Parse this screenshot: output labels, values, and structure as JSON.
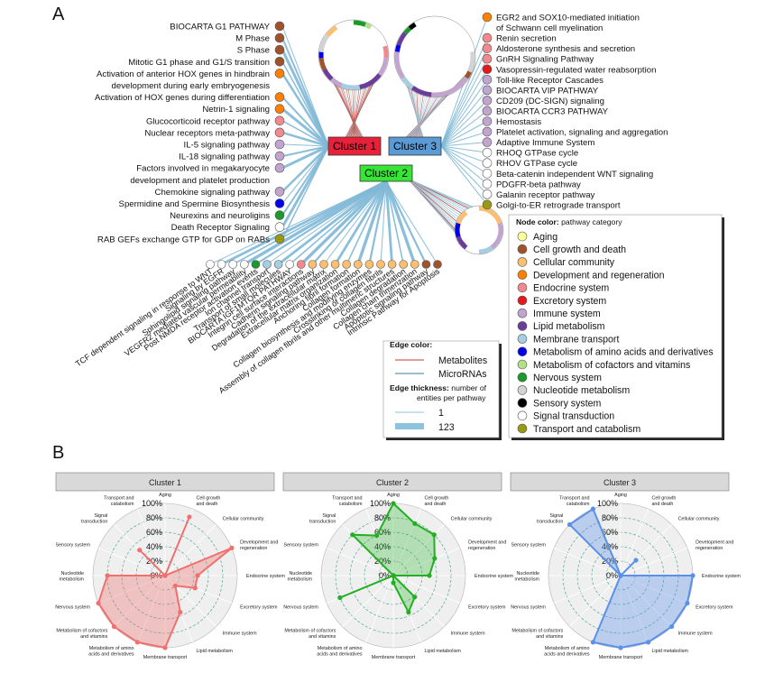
{
  "panel_a": {
    "letter": "A",
    "clusters": [
      {
        "id": "c1",
        "label": "Cluster 1",
        "bg": "#e8213b",
        "fg": "#222222"
      },
      {
        "id": "c2",
        "label": "Cluster 2",
        "bg": "#35e635",
        "fg": "#222222"
      },
      {
        "id": "c3",
        "label": "Cluster 3",
        "bg": "#5b9bd5",
        "fg": "#222222"
      }
    ],
    "left_pathways": [
      {
        "label": "BIOCARTA G1 PATHWAY",
        "cat": 1
      },
      {
        "label": "M Phase",
        "cat": 1
      },
      {
        "label": "S Phase",
        "cat": 1
      },
      {
        "label": "Mitotic G1 phase and G1/S transition",
        "cat": 1
      },
      {
        "label": "Activation of anterior HOX genes in hindbrain",
        "cat": 3
      },
      {
        "label": "development during early embryogenesis",
        "cat": -1
      },
      {
        "label": "Activation of HOX genes during differentiation",
        "cat": 3
      },
      {
        "label": "Netrin-1 signaling",
        "cat": 3
      },
      {
        "label": "Glucocorticoid receptor pathway",
        "cat": 4
      },
      {
        "label": "Nuclear receptors meta-pathway",
        "cat": 4
      },
      {
        "label": "IL-5 signaling pathway",
        "cat": 6
      },
      {
        "label": "IL-18 signaling pathway",
        "cat": 6
      },
      {
        "label": "Factors involved in megakaryocyte",
        "cat": 6
      },
      {
        "label": "development and platelet production",
        "cat": -1
      },
      {
        "label": "Chemokine signaling pathway",
        "cat": 6
      },
      {
        "label": "Spermidine and Spermine Biosynthesis",
        "cat": 9
      },
      {
        "label": "Neurexins and neuroligins",
        "cat": 11
      },
      {
        "label": "Death Receptor Signaling",
        "cat": 14
      },
      {
        "label": "RAB GEFs exchange GTP for GDP on RABs",
        "cat": 15
      }
    ],
    "right_pathways": [
      {
        "label": "EGR2 and SOX10-mediated initiation",
        "cat": 3
      },
      {
        "label": "of Schwann cell myelination",
        "cat": -1
      },
      {
        "label": "Renin secretion",
        "cat": 4
      },
      {
        "label": "Aldosterone synthesis and secretion",
        "cat": 4
      },
      {
        "label": "GnRH Signaling Pathway",
        "cat": 4
      },
      {
        "label": "Vasopressin-regulated water reabsorption",
        "cat": 5
      },
      {
        "label": "Toll-like Receptor Cascades",
        "cat": 6
      },
      {
        "label": "BIOCARTA VIP PATHWAY",
        "cat": 6
      },
      {
        "label": "CD209 (DC-SIGN) signaling",
        "cat": 6
      },
      {
        "label": "BIOCARTA CCR3 PATHWAY",
        "cat": 6
      },
      {
        "label": "Hemostasis",
        "cat": 6
      },
      {
        "label": "Platelet activation, signaling and aggregation",
        "cat": 6
      },
      {
        "label": "Adaptive Immune System",
        "cat": 6
      },
      {
        "label": "RHOQ GTPase cycle",
        "cat": 14
      },
      {
        "label": "RHOV GTPase cycle",
        "cat": 14
      },
      {
        "label": "Beta-catenin independent WNT signaling",
        "cat": 14
      },
      {
        "label": "PDGFR-beta pathway",
        "cat": 14
      },
      {
        "label": "Galanin receptor pathway",
        "cat": 14
      },
      {
        "label": "Golgi-to-ER retrograde transport",
        "cat": 15
      }
    ],
    "bottom_pathways": [
      {
        "label": "TCF dependent signaling in response to WNT",
        "cat": 14
      },
      {
        "label": "Signaling by EGFR",
        "cat": 14
      },
      {
        "label": "Sphingolipid signaling pathway",
        "cat": 14
      },
      {
        "label": "VEGFR2 mediated vascular permeability",
        "cat": 14
      },
      {
        "label": "Post NMDA receptor activation events",
        "cat": 11
      },
      {
        "label": "Ion channel transport",
        "cat": 8
      },
      {
        "label": "Transport of small molecules",
        "cat": 8
      },
      {
        "label": "BIOCARTA IGF1MTOR PATHWAY",
        "cat": 14
      },
      {
        "label": "Integrin cell surface interactions",
        "cat": 4
      },
      {
        "label": "Cadherin signaling pathway",
        "cat": 2
      },
      {
        "label": "Degradation of the extracellular matrix",
        "cat": 2
      },
      {
        "label": "Extracellular matrix organization",
        "cat": 2
      },
      {
        "label": "Anchoring fibril formation",
        "cat": 2
      },
      {
        "label": "Collagen formation",
        "cat": 2
      },
      {
        "label": "Collagen biosynthesis and modifying enzymes",
        "cat": 2
      },
      {
        "label": "Crosslinking of collagen fibrils",
        "cat": 2
      },
      {
        "label": "Assembly of collagen fibrils and other multimeric structures",
        "cat": 2
      },
      {
        "label": "Collagen degradation",
        "cat": 2
      },
      {
        "label": "Collagen chain trimerization",
        "cat": 2
      },
      {
        "label": "Apoptotic signaling pathway",
        "cat": 1
      },
      {
        "label": "Intrinsic Pathway for Apoptosis",
        "cat": 1
      }
    ],
    "categories_legend": {
      "title": "Node color: pathway category",
      "items": [
        {
          "label": "Aging",
          "color": "#ffff99"
        },
        {
          "label": "Cell growth and death",
          "color": "#a0522d"
        },
        {
          "label": "Cellular community",
          "color": "#fdbf6f"
        },
        {
          "label": "Development and regeneration",
          "color": "#ff7f00"
        },
        {
          "label": "Endocrine system",
          "color": "#f4888f"
        },
        {
          "label": "Excretory system",
          "color": "#e31a1c"
        },
        {
          "label": "Immune system",
          "color": "#c2a5cf"
        },
        {
          "label": "Lipid metabolism",
          "color": "#6a3d9a"
        },
        {
          "label": "Membrane transport",
          "color": "#a6cee3"
        },
        {
          "label": "Metabolism of amino acids and derivatives",
          "color": "#0000ee"
        },
        {
          "label": "Metabolism of cofactors and vitamins",
          "color": "#b2df8a"
        },
        {
          "label": "Nervous system",
          "color": "#1a9a2a"
        },
        {
          "label": "Nucleotide metabolism",
          "color": "#d3d3d3"
        },
        {
          "label": "Sensory system",
          "color": "#000000"
        },
        {
          "label": "Signal transduction",
          "color": "#ffffff"
        },
        {
          "label": "Transport and catabolism",
          "color": "#9a9a10"
        }
      ]
    },
    "edge_legend": {
      "title": "Edge color:",
      "metabolites_label": "Metabolites",
      "metabolites_color": "#c0392b",
      "micrornas_label": "MicroRNAs",
      "micrornas_color": "#3b7ea1",
      "thickness_title_bold": "Edge thickness:",
      "thickness_title_rest": " number of",
      "thickness_title_line2": "entities per pathway",
      "thin_label": "1",
      "thick_label": "123"
    }
  },
  "panel_b": {
    "letter": "B",
    "axes": [
      "Aging",
      "Cell growth and death",
      "Cellular community",
      "Development and regeneration",
      "Endocrine system",
      "Excretory system",
      "Immune system",
      "Lipid metabolism",
      "Membrane transport",
      "Metabolism of amino acids and derivatives",
      "Metabolism of cofactors and vitamins",
      "Nervous system",
      "Nucleotide metabolism",
      "Sensory system",
      "Signal transduction",
      "Transport and catabolism"
    ],
    "ticks": [
      "0%",
      "20%",
      "40%",
      "60%",
      "80%",
      "100%"
    ],
    "chart_data": [
      {
        "type": "radar",
        "title": "Cluster 1",
        "color": "#f07070",
        "fill": "rgba(240,112,112,0.35)",
        "values": [
          0,
          88,
          0,
          100,
          45,
          45,
          20,
          55,
          100,
          100,
          100,
          100,
          80,
          0,
          50,
          0
        ]
      },
      {
        "type": "radar",
        "title": "Cluster 2",
        "color": "#22b022",
        "fill": "rgba(40,180,40,0.30)",
        "values": [
          100,
          78,
          80,
          62,
          50,
          0,
          42,
          55,
          10,
          0,
          0,
          80,
          0,
          0,
          80,
          60
        ]
      },
      {
        "type": "radar",
        "title": "Cluster 3",
        "color": "#5a90e8",
        "fill": "rgba(90,144,232,0.35)",
        "values": [
          0,
          0,
          30,
          0,
          100,
          100,
          100,
          100,
          100,
          100,
          0,
          0,
          0,
          0,
          100,
          100
        ]
      }
    ]
  }
}
